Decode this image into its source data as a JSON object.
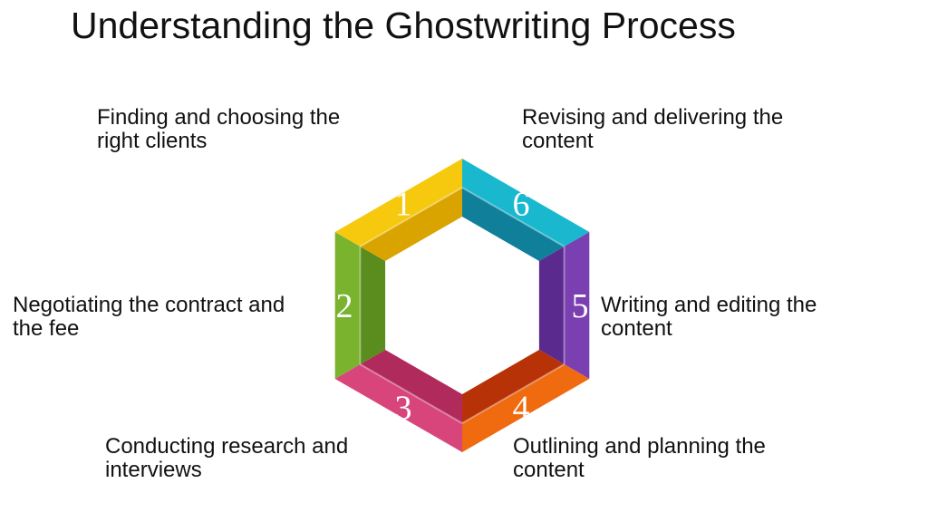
{
  "title": "Understanding the Ghostwriting Process",
  "steps": [
    {
      "number": "1",
      "line1": "Finding and choosing the",
      "line2": "right clients",
      "color": "#f6c90e",
      "dark": "#d9a300"
    },
    {
      "number": "2",
      "line1": "Negotiating the contract and",
      "line2": "the fee",
      "color": "#7ab32e",
      "dark": "#5a8d1d"
    },
    {
      "number": "3",
      "line1": "Conducting research and",
      "line2": "interviews",
      "color": "#d8457a",
      "dark": "#b02a5b"
    },
    {
      "number": "4",
      "line1": "Outlining and planning the",
      "line2": "content",
      "color": "#f06a10",
      "dark": "#b83208"
    },
    {
      "number": "5",
      "line1": "Writing and editing the",
      "line2": "content",
      "color": "#7a3fb0",
      "dark": "#5b2a8e"
    },
    {
      "number": "6",
      "line1": "Revising and delivering the",
      "line2": "content",
      "color": "#1ab8cf",
      "dark": "#0f7f9a"
    }
  ]
}
